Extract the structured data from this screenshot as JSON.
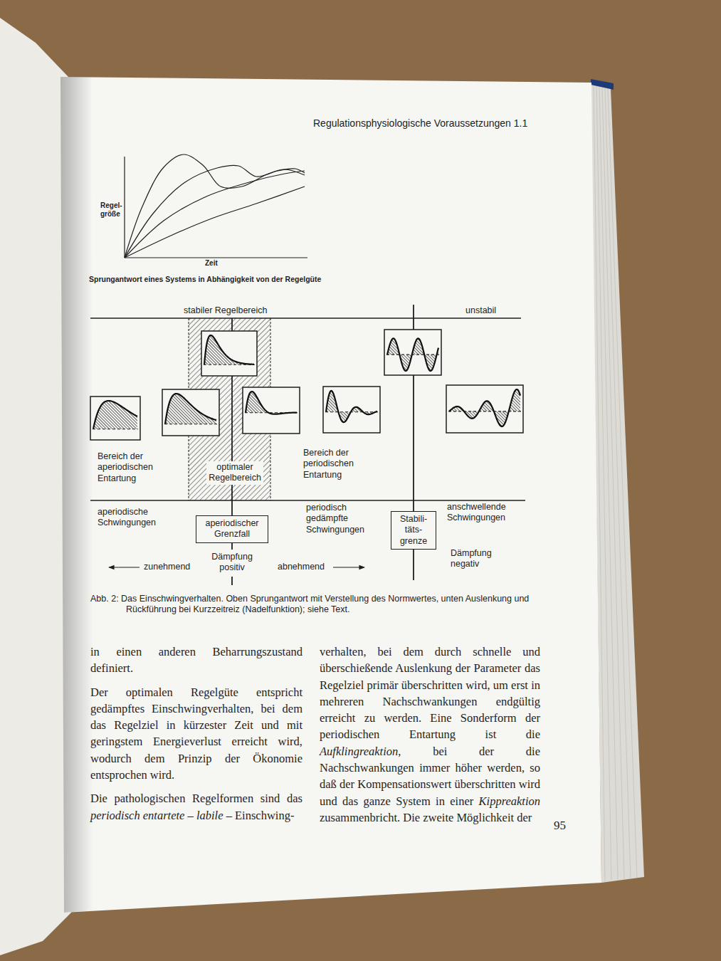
{
  "diagram": {
    "caption": "Abb. 2: Das Einschwingverhalten. Oben Sprungantwort mit Verstellung des Normwertes, unten Auslenkung und Rückführung bei Kurzzeitreiz (Nadelfunktion); siehe Text.",
    "nodes": [
      {
        "text": [
          "aperiodischer Grenzfall"
        ]
      },
      {
        "text": [
          "Stabili- täts- grenze"
        ]
      }
    ],
    "labels": [
      "Regulationsphysiologische Voraussetzungen 1.1",
      "Regel-",
      "größe",
      "Zeit",
      "Sprungantwort eines Systems in Abhängigkeit von der Regelgüte",
      "stabiler Regelbereich",
      "unstabil",
      "Bereich der aperiodischen Entartung",
      "optimaler Regelbereich",
      "Bereich der periodischen Entartung",
      "aperiodische Schwingungen",
      "periodisch gedämpfte Schwingungen",
      "anschwellende Schwingungen",
      "Dämpfung positiv",
      "zunehmend",
      "abnehmend",
      "Dämpfung negativ",
      "in einen anderen Beharrungszustand definiert.",
      "Der optimalen Regelgüte entspricht gedämpftes Einschwingverhalten, bei dem das Regelziel in kürzester Zeit und mit geringstem Energieverlust erreicht wird, wodurch dem Prinzip der Ökonomie entsprochen wird.",
      "Die pathologischen Regelformen sind das",
      "periodisch entartete – labile –",
      "Einschwing-",
      "verhalten, bei dem durch schnelle und überschießende Auslenkung der Parameter das Regelziel primär überschritten wird, um erst in mehreren Nachschwankungen endgültig erreicht zu werden. Eine Sonderform der periodischen Entartung ist die",
      "Aufklingreaktion",
      ", bei der die Nachschwankungen immer höher werden, so daß der Kompensationswert überschritten wird und das ganze System in einer",
      "Kippreaktion",
      "zusammenbricht. Die zweite Möglichkeit der",
      "95"
    ]
  }
}
